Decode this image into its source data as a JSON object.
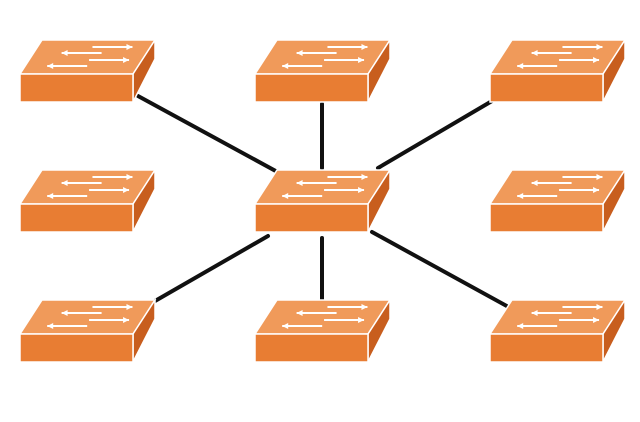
{
  "diagram": {
    "type": "star-network",
    "center_node": "switch-center",
    "nodes": [
      {
        "id": "switch-top-left",
        "icon": "network-switch-icon",
        "connected": true
      },
      {
        "id": "switch-top-middle",
        "icon": "network-switch-icon",
        "connected": true
      },
      {
        "id": "switch-top-right",
        "icon": "network-switch-icon",
        "connected": true
      },
      {
        "id": "switch-middle-left",
        "icon": "network-switch-icon",
        "connected": false
      },
      {
        "id": "switch-center",
        "icon": "network-switch-icon",
        "connected": true
      },
      {
        "id": "switch-middle-right",
        "icon": "network-switch-icon",
        "connected": false
      },
      {
        "id": "switch-bottom-left",
        "icon": "network-switch-icon",
        "connected": true
      },
      {
        "id": "switch-bottom-middle",
        "icon": "network-switch-icon",
        "connected": true
      },
      {
        "id": "switch-bottom-right",
        "icon": "network-switch-icon",
        "connected": true
      }
    ],
    "links": [
      {
        "from": "switch-center",
        "to": "switch-top-left"
      },
      {
        "from": "switch-center",
        "to": "switch-top-middle"
      },
      {
        "from": "switch-center",
        "to": "switch-top-right"
      },
      {
        "from": "switch-center",
        "to": "switch-bottom-left"
      },
      {
        "from": "switch-center",
        "to": "switch-bottom-middle"
      },
      {
        "from": "switch-center",
        "to": "switch-bottom-right"
      }
    ],
    "colors": {
      "switch_top": "#f09a5a",
      "switch_front": "#e87d33",
      "switch_side": "#c85e1e",
      "switch_outline": "#ffffff",
      "arrow": "#ffffff",
      "link": "#111111",
      "background": "#ffffff"
    }
  }
}
